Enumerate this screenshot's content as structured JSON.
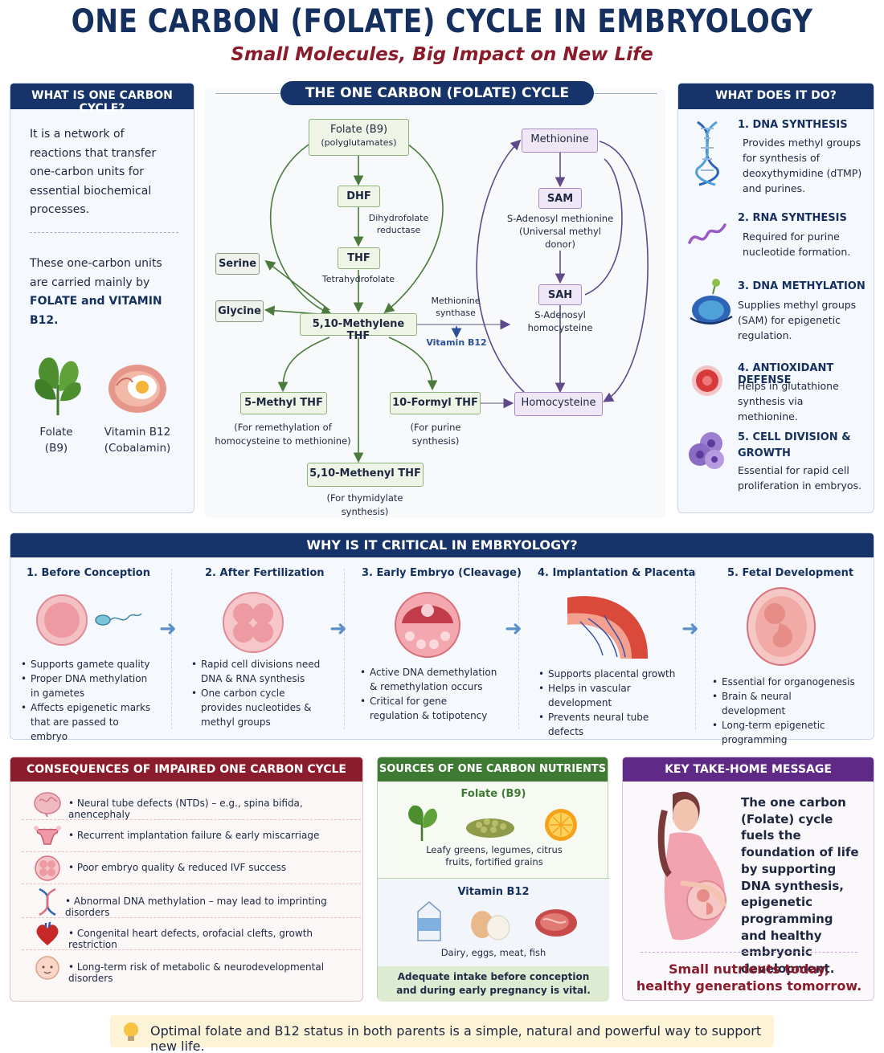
{
  "title": "ONE CARBON (FOLATE) CYCLE IN EMBRYOLOGY",
  "subtitle": "Small Molecules, Big Impact on New Life",
  "what_is": {
    "heading": "WHAT IS ONE CARBON CYCLE?",
    "para1": "It is a network of reactions that transfer one-carbon units for essential biochemical processes.",
    "para2_start": "These one-carbon units are carried mainly by",
    "para2_bold": "FOLATE and VITAMIN B12.",
    "folate_label": "Folate (B9)",
    "b12_label": "Vitamin B12 (Cobalamin)"
  },
  "cycle": {
    "heading": "THE ONE CARBON (FOLATE) CYCLE",
    "folate_box": "Folate (B9)",
    "folate_sub": "(polyglutamates)",
    "dhf": "DHF",
    "dhfr": "Dihydrofolate reductase",
    "thf": "THF",
    "thf_full": "Tetrahydrofolate",
    "serine": "Serine",
    "glycine": "Glycine",
    "methylene": "5,10-Methylene THF",
    "methyl": "5-Methyl THF",
    "methyl_note": "(For remethylation of homocysteine to methionine)",
    "formyl": "10-Formyl THF",
    "formyl_note": "(For purine synthesis)",
    "methenyl": "5,10-Methenyl THF",
    "methenyl_note": "(For thymidylate synthesis)",
    "ms": "Methionine synthase",
    "b12": "Vitamin B12",
    "methionine": "Methionine",
    "sam": "SAM",
    "sam_full": "S-Adenosyl methionine (Universal methyl donor)",
    "sah": "SAH",
    "sah_full": "S-Adenosyl homocysteine",
    "homocysteine": "Homocysteine"
  },
  "functions": {
    "heading": "WHAT DOES IT DO?",
    "items": [
      {
        "title": "1. DNA SYNTHESIS",
        "desc": "Provides methyl groups for synthesis of deoxythymidine (dTMP) and purines."
      },
      {
        "title": "2. RNA SYNTHESIS",
        "desc": "Required for purine nucleotide formation."
      },
      {
        "title": "3. DNA METHYLATION",
        "desc": "Supplies methyl groups (SAM) for epigenetic regulation."
      },
      {
        "title": "4. ANTIOXIDANT DEFENSE",
        "desc": "Helps in glutathione synthesis via methionine."
      },
      {
        "title": "5. CELL DIVISION & GROWTH",
        "desc": "Essential for rapid cell proliferation in embryos."
      }
    ]
  },
  "critical": {
    "heading": "WHY IS IT CRITICAL IN EMBRYOLOGY?",
    "stages": [
      {
        "title": "1. Before Conception",
        "bullets": [
          "Supports gamete quality",
          "Proper DNA methylation in gametes",
          "Affects epigenetic marks that are passed to embryo"
        ]
      },
      {
        "title": "2. After Fertilization",
        "bullets": [
          "Rapid cell divisions need DNA & RNA synthesis",
          "One carbon cycle provides nucleotides & methyl groups"
        ]
      },
      {
        "title": "3. Early Embryo (Cleavage)",
        "bullets": [
          "Active DNA demethylation & remethylation occurs",
          "Critical for gene regulation & totipotency"
        ]
      },
      {
        "title": "4. Implantation & Placenta",
        "bullets": [
          "Supports placental growth",
          "Helps in vascular development",
          "Prevents neural tube defects"
        ]
      },
      {
        "title": "5. Fetal Development",
        "bullets": [
          "Essential for organogenesis",
          "Brain & neural development",
          "Long-term epigenetic programming"
        ]
      }
    ]
  },
  "consequences": {
    "heading": "CONSEQUENCES OF IMPAIRED ONE CARBON CYCLE",
    "items": [
      "Neural tube defects (NTDs) – e.g., spina bifida, anencephaly",
      "Recurrent implantation failure & early miscarriage",
      "Poor embryo quality & reduced IVF success",
      "Abnormal DNA methylation – may lead to imprinting disorders",
      "Congenital heart defects, orofacial clefts, growth restriction",
      "Long-term risk of metabolic & neurodevelopmental disorders"
    ]
  },
  "sources": {
    "heading": "SOURCES OF ONE CARBON NUTRIENTS",
    "folate_title": "Folate (B9)",
    "folate_desc": "Leafy greens, legumes, citrus fruits, fortified grains",
    "b12_title": "Vitamin B12",
    "b12_desc": "Dairy, eggs, meat, fish",
    "note": "Adequate intake before conception and during early pregnancy is vital."
  },
  "takehome": {
    "heading": "KEY TAKE-HOME MESSAGE",
    "message": "The one carbon (Folate) cycle fuels the foundation of life by supporting DNA synthesis, epigenetic programming and healthy embryonic development.",
    "tagline1": "Small nutrients today,",
    "tagline2": "healthy generations tomorrow."
  },
  "footer": "Optimal folate and B12 status in both parents is a simple, natural and powerful way to support new life.",
  "colors": {
    "navy": "#16336a",
    "maroon": "#8a1c2b",
    "green": "#3f7a34",
    "purple": "#5e2a86"
  }
}
